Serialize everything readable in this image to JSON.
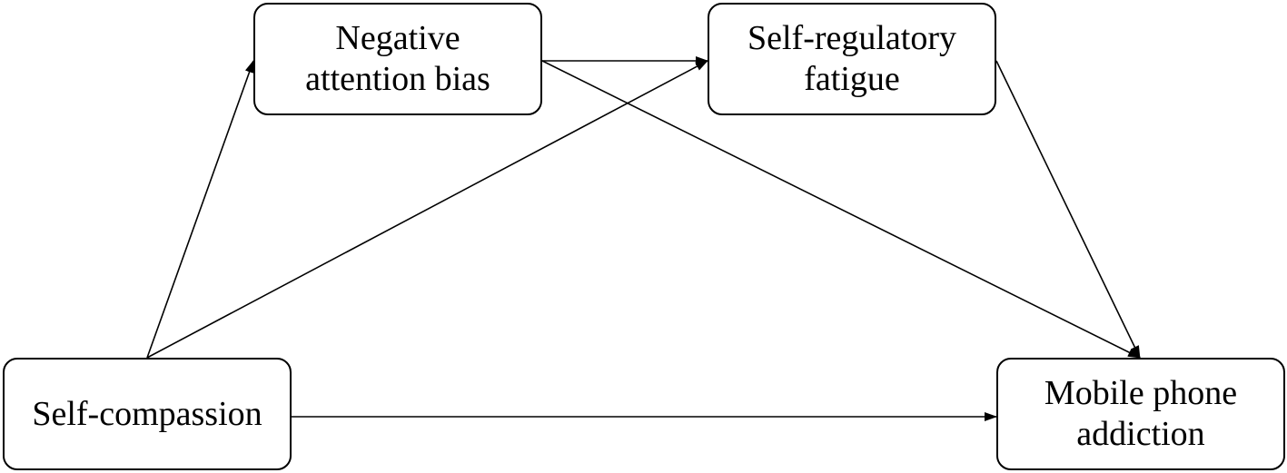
{
  "nodes": {
    "negative_attention_bias": {
      "lines": [
        "Negative",
        "attention bias"
      ]
    },
    "self_regulatory_fatigue": {
      "lines": [
        "Self-regulatory",
        "fatigue"
      ]
    },
    "self_compassion": {
      "lines": [
        "Self-compassion"
      ]
    },
    "mobile_phone_addiction": {
      "lines": [
        "Mobile phone",
        "addiction"
      ]
    }
  },
  "edges": [
    {
      "from": "self_compassion",
      "to": "negative_attention_bias"
    },
    {
      "from": "self_compassion",
      "to": "self_regulatory_fatigue"
    },
    {
      "from": "self_compassion",
      "to": "mobile_phone_addiction"
    },
    {
      "from": "negative_attention_bias",
      "to": "self_regulatory_fatigue"
    },
    {
      "from": "negative_attention_bias",
      "to": "mobile_phone_addiction"
    },
    {
      "from": "self_regulatory_fatigue",
      "to": "mobile_phone_addiction"
    }
  ],
  "colors": {
    "stroke": "#000000",
    "background": "#ffffff",
    "text": "#000000"
  }
}
